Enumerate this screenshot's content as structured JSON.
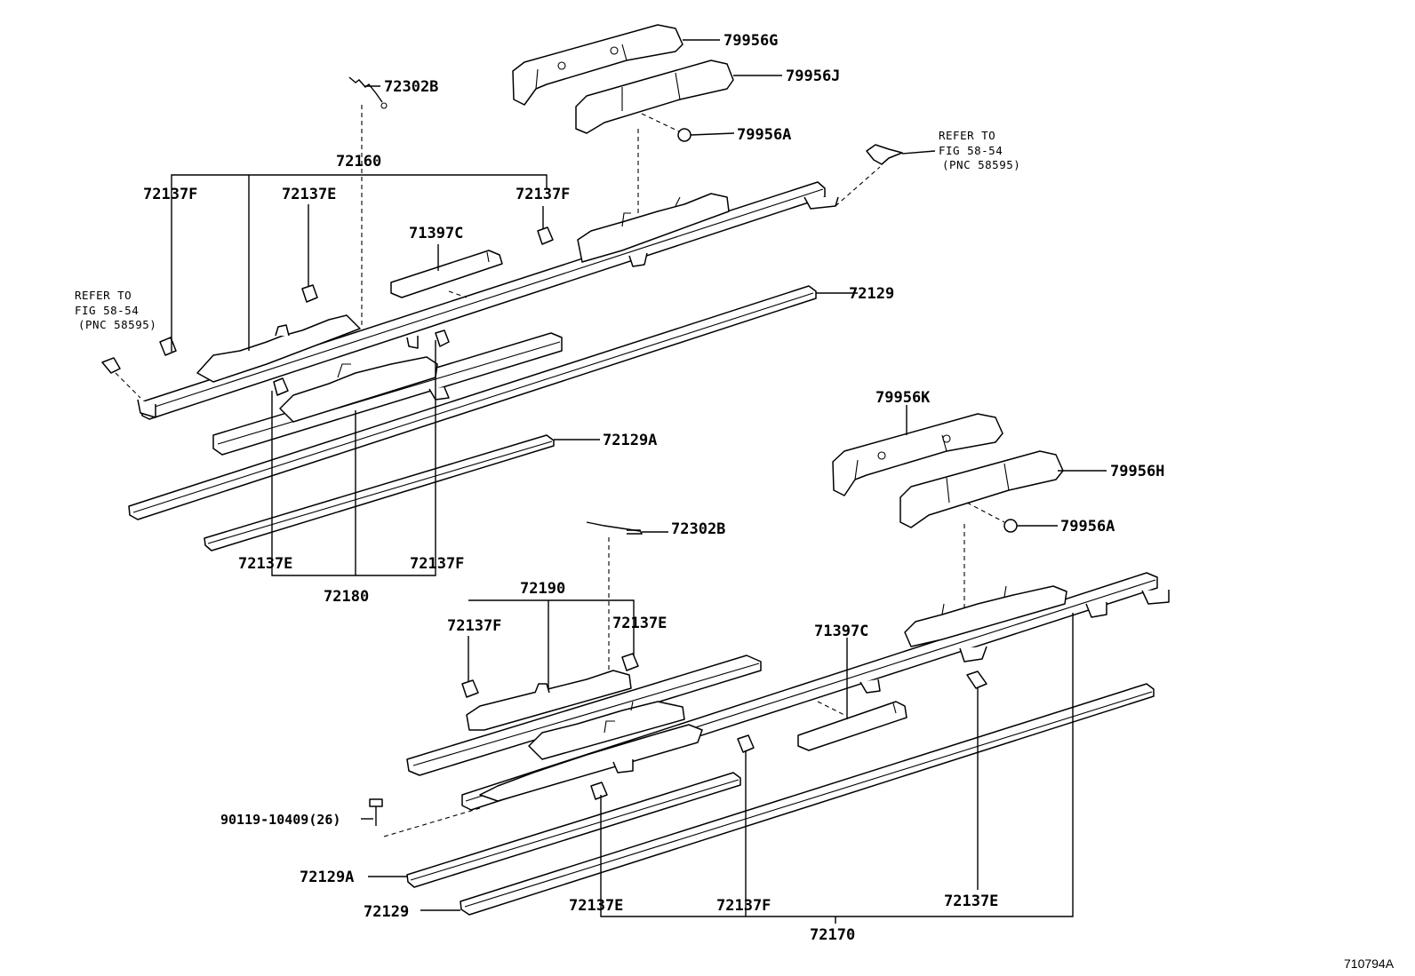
{
  "figure_id": "710794A",
  "upper_assembly": {
    "callouts": {
      "seat_cover_outer": "79956G",
      "seat_cover_inner": "79956J",
      "cover_clip": "79956A",
      "spring": "72302B",
      "adjuster_inner": "72160",
      "cap_left": "72137F",
      "cap_mid": "72137E",
      "cap_right": "72137F",
      "bracket": "71397C",
      "rail_upper": "72129",
      "rail_lower": "72129A",
      "cap_lower_left": "72137E",
      "cap_lower_right": "72137F",
      "adjuster_outer": "72180"
    },
    "reference_right": [
      "REFER TO",
      "FIG 58-54",
      "(PNC 58595)"
    ],
    "reference_left": [
      "REFER TO",
      "FIG 58-54",
      "(PNC 58595)"
    ]
  },
  "lower_assembly": {
    "callouts": {
      "seat_cover_outer": "79956K",
      "seat_cover_inner": "79956H",
      "cover_clip": "79956A",
      "spring": "72302B",
      "adjuster_inner": "72190",
      "cap_left": "72137F",
      "cap_mid": "72137E",
      "bracket": "71397C",
      "bolt": "90119-10409(26)",
      "rail_lower": "72129A",
      "rail_upper": "72129",
      "cap_bottom_left": "72137E",
      "cap_bottom_mid": "72137F",
      "cap_bottom_right": "72137E",
      "adjuster_outer": "72170"
    }
  }
}
